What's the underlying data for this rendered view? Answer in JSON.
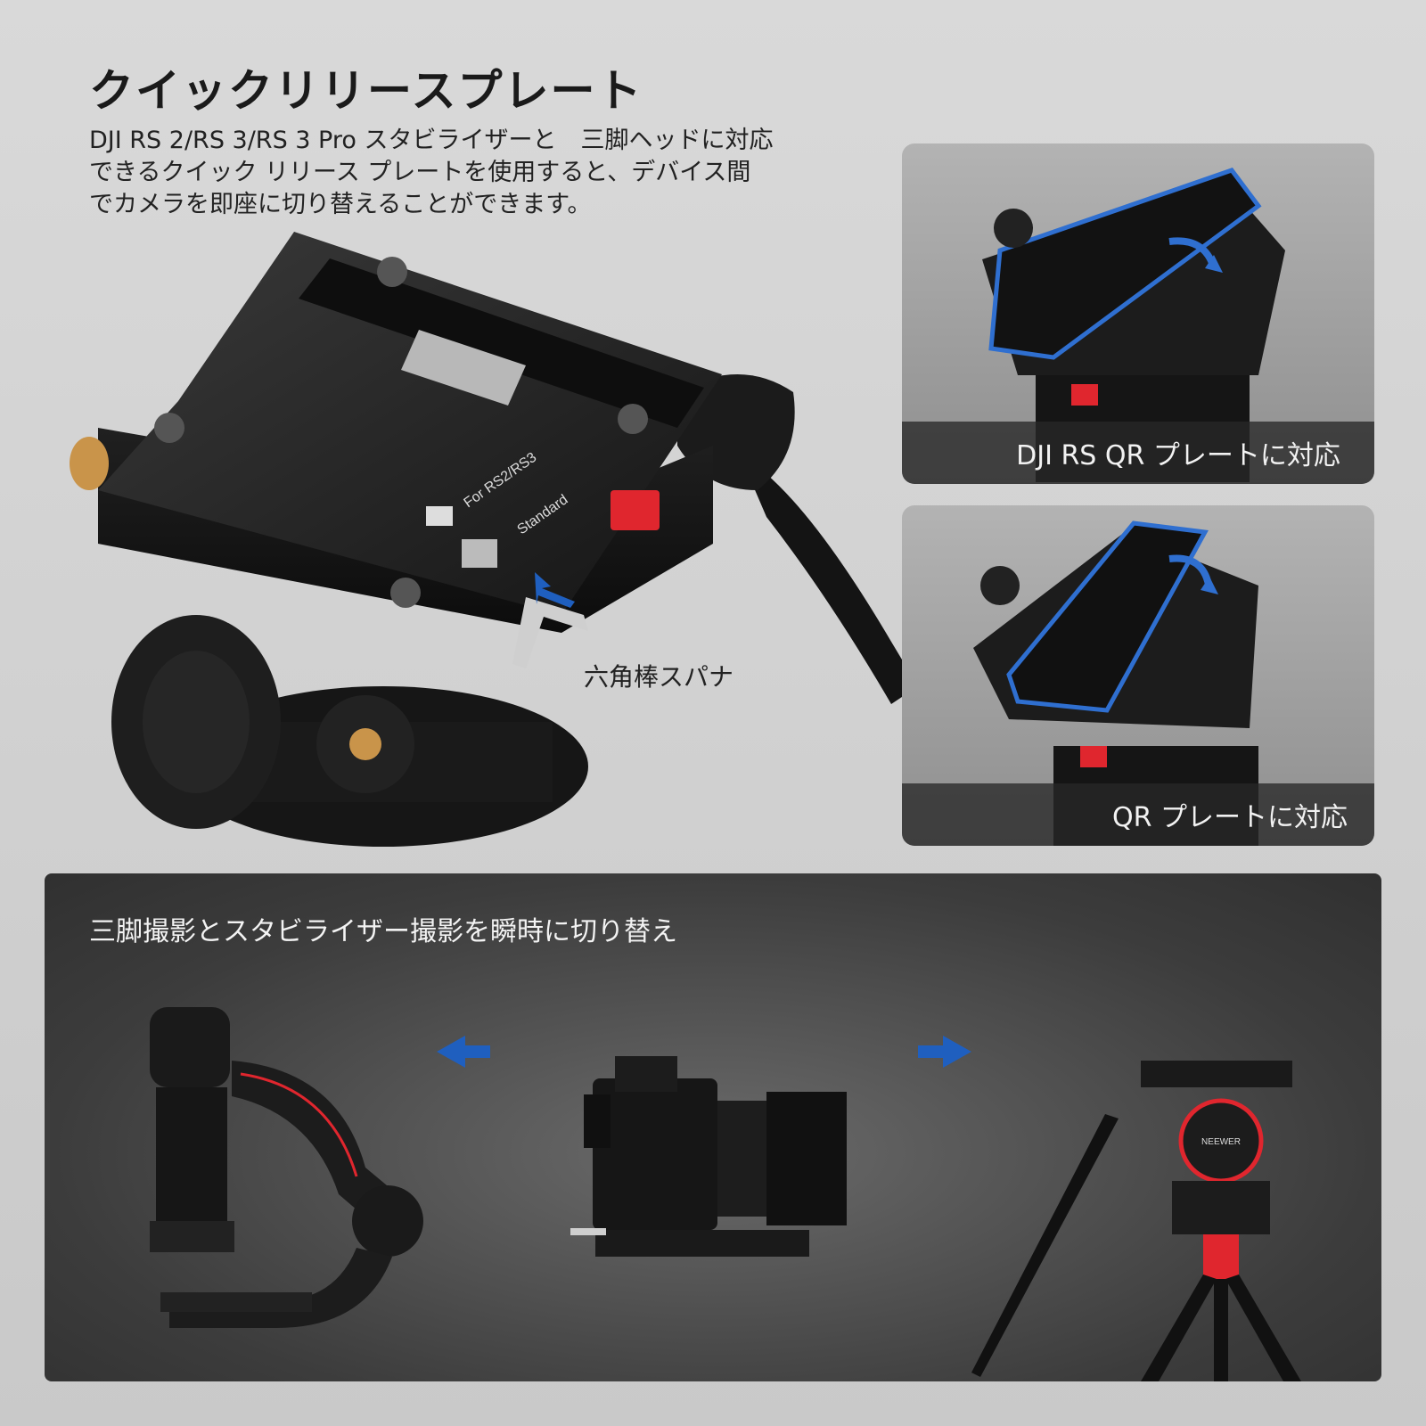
{
  "title": "クイックリリースプレート",
  "description": {
    "line1": "DJI RS 2/RS 3/RS 3 Pro スタビライザーと　三脚ヘッドに対応",
    "line2": "できるクイック リリース プレートを使用すると、デバイス間",
    "line3": "でカメラを即座に切り替えることができます。"
  },
  "hero": {
    "plate_text_rs": "For RS2/RS3",
    "plate_text_standard": "Standard",
    "wrench_label": "六角棒スパナ"
  },
  "cards": [
    {
      "label": "DJI RS QR プレートに対応"
    },
    {
      "label": "QR プレートに対応"
    }
  ],
  "panel": {
    "caption": "三脚撮影とスタビライザー撮影を瞬時に切り替え",
    "brand": "NEEWER"
  },
  "colors": {
    "accent_blue": "#1f5fbf",
    "accent_red": "#e0262e",
    "brass": "#c9944a"
  }
}
